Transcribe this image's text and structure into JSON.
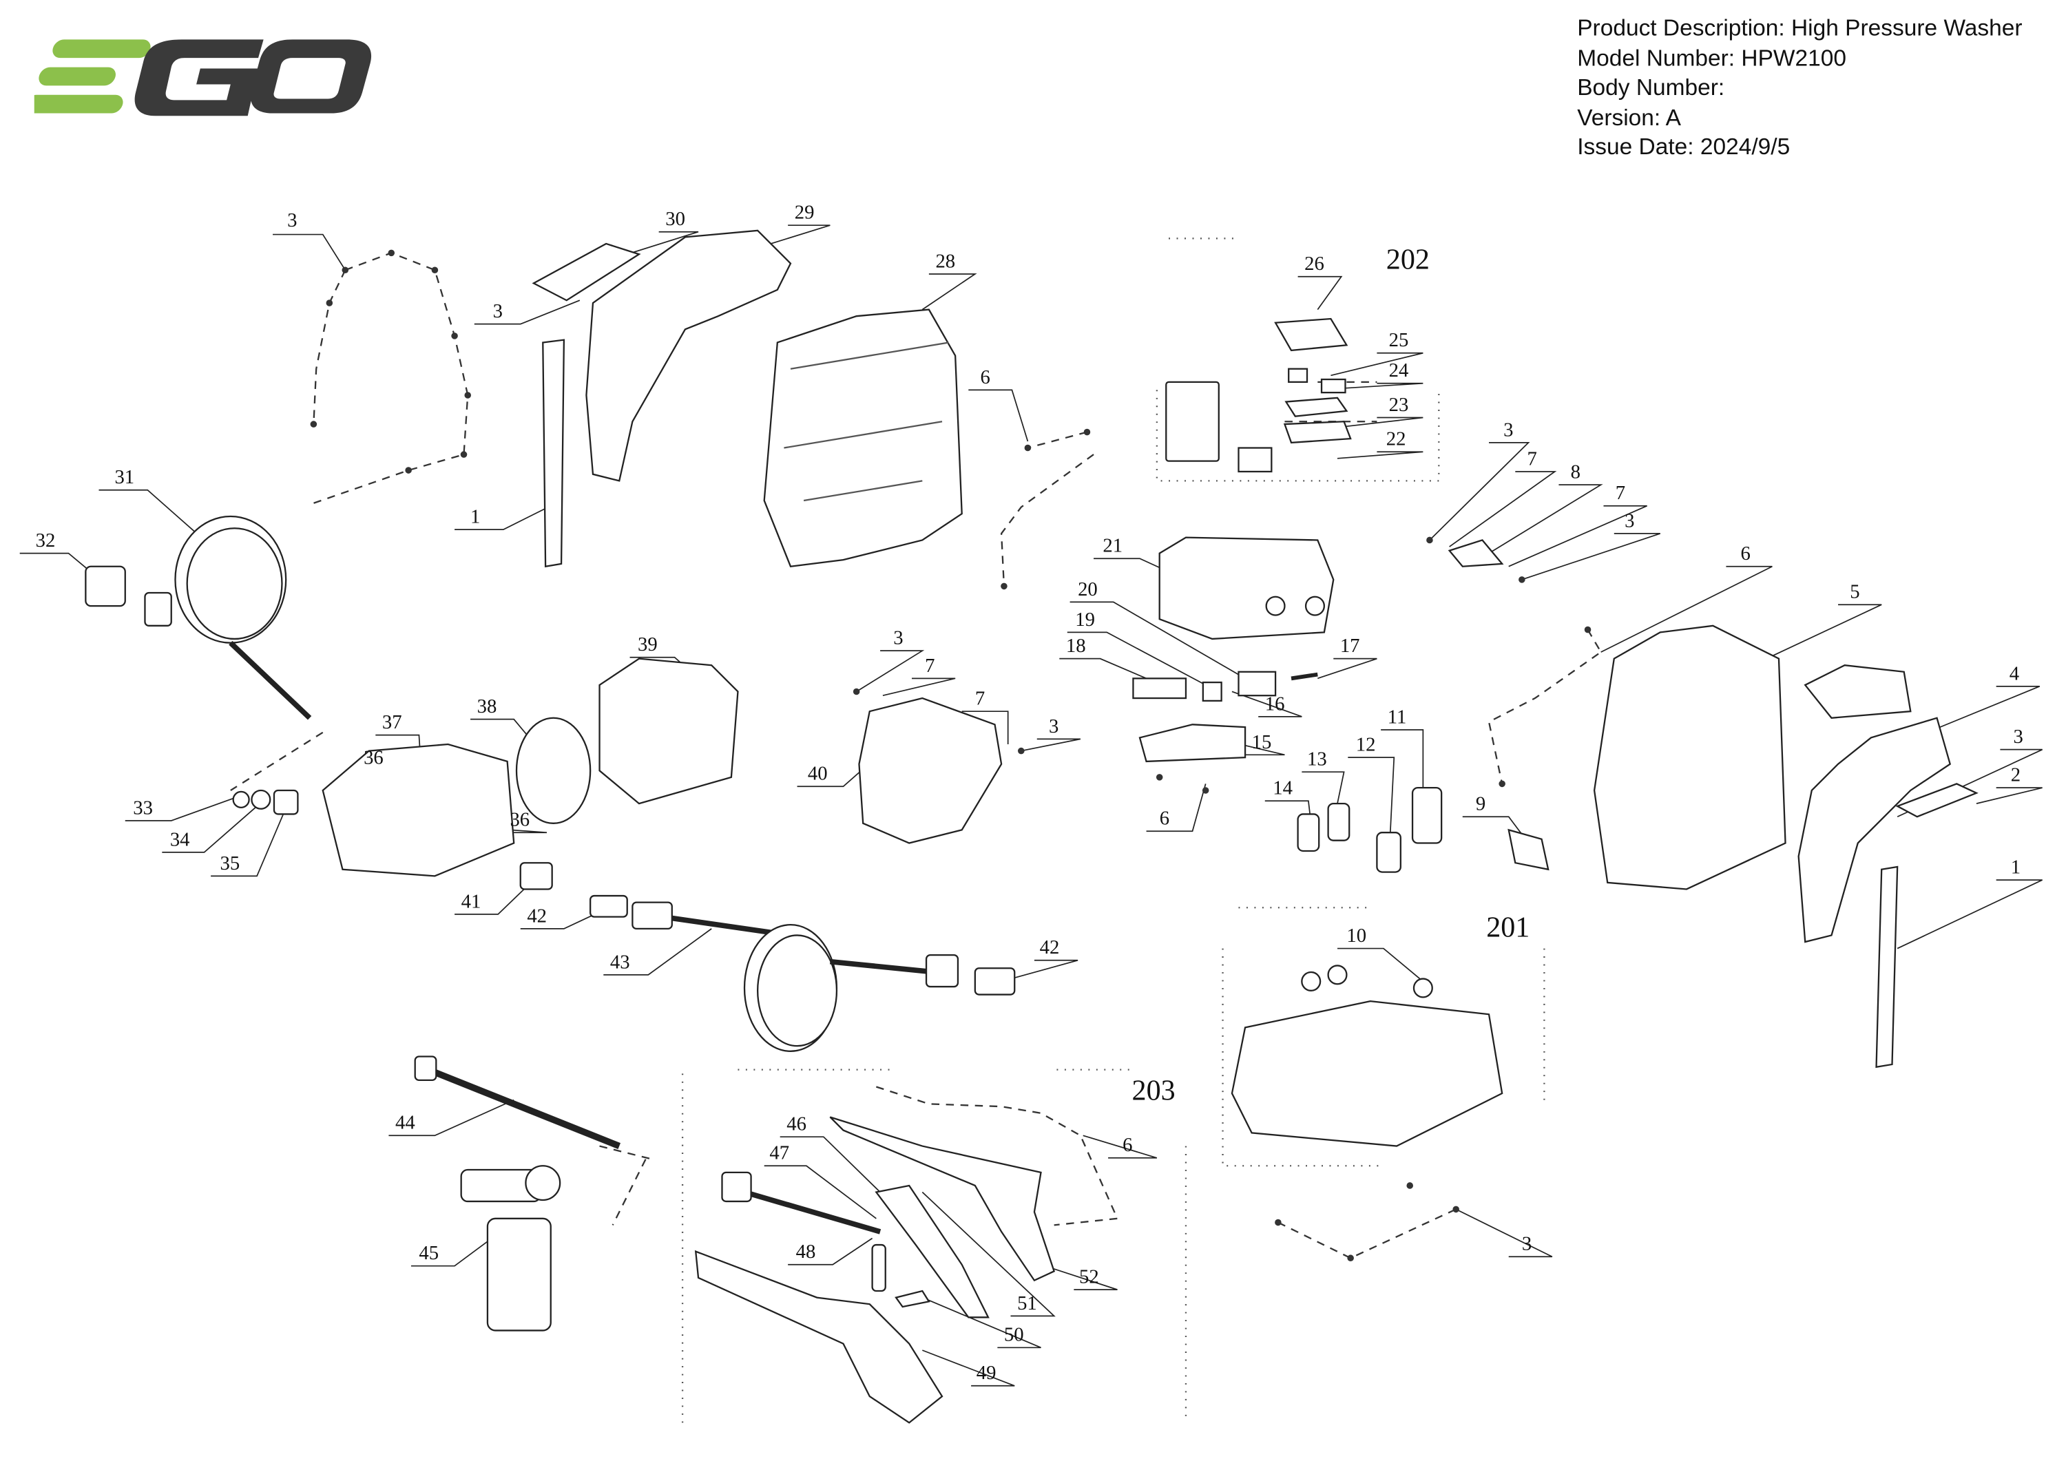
{
  "logo": {
    "text": "EGO",
    "colors": {
      "green": "#8CC04B",
      "dark": "#3A3A3A"
    }
  },
  "info": {
    "product_description": "Product Description: High Pressure Washer",
    "model_number": "Model Number: HPW2100",
    "body_number": "Body Number:",
    "version": "Version: A",
    "issue_date": "Issue Date: 2024/9/5"
  },
  "groups": [
    "202",
    "201",
    "203"
  ],
  "callouts": [
    "3",
    "30",
    "29",
    "28",
    "3",
    "1",
    "31",
    "32",
    "6",
    "26",
    "25",
    "24",
    "23",
    "22",
    "3",
    "7",
    "8",
    "7",
    "3",
    "21",
    "20",
    "19",
    "18",
    "17",
    "16",
    "15",
    "6",
    "5",
    "4",
    "3",
    "2",
    "1",
    "39",
    "38",
    "37",
    "36",
    "36",
    "33",
    "34",
    "35",
    "41",
    "42",
    "43",
    "42",
    "3",
    "7",
    "7",
    "3",
    "40",
    "6",
    "14",
    "13",
    "12",
    "11",
    "9",
    "10",
    "6",
    "3",
    "44",
    "45",
    "46",
    "47",
    "48",
    "51",
    "52",
    "50",
    "49"
  ]
}
